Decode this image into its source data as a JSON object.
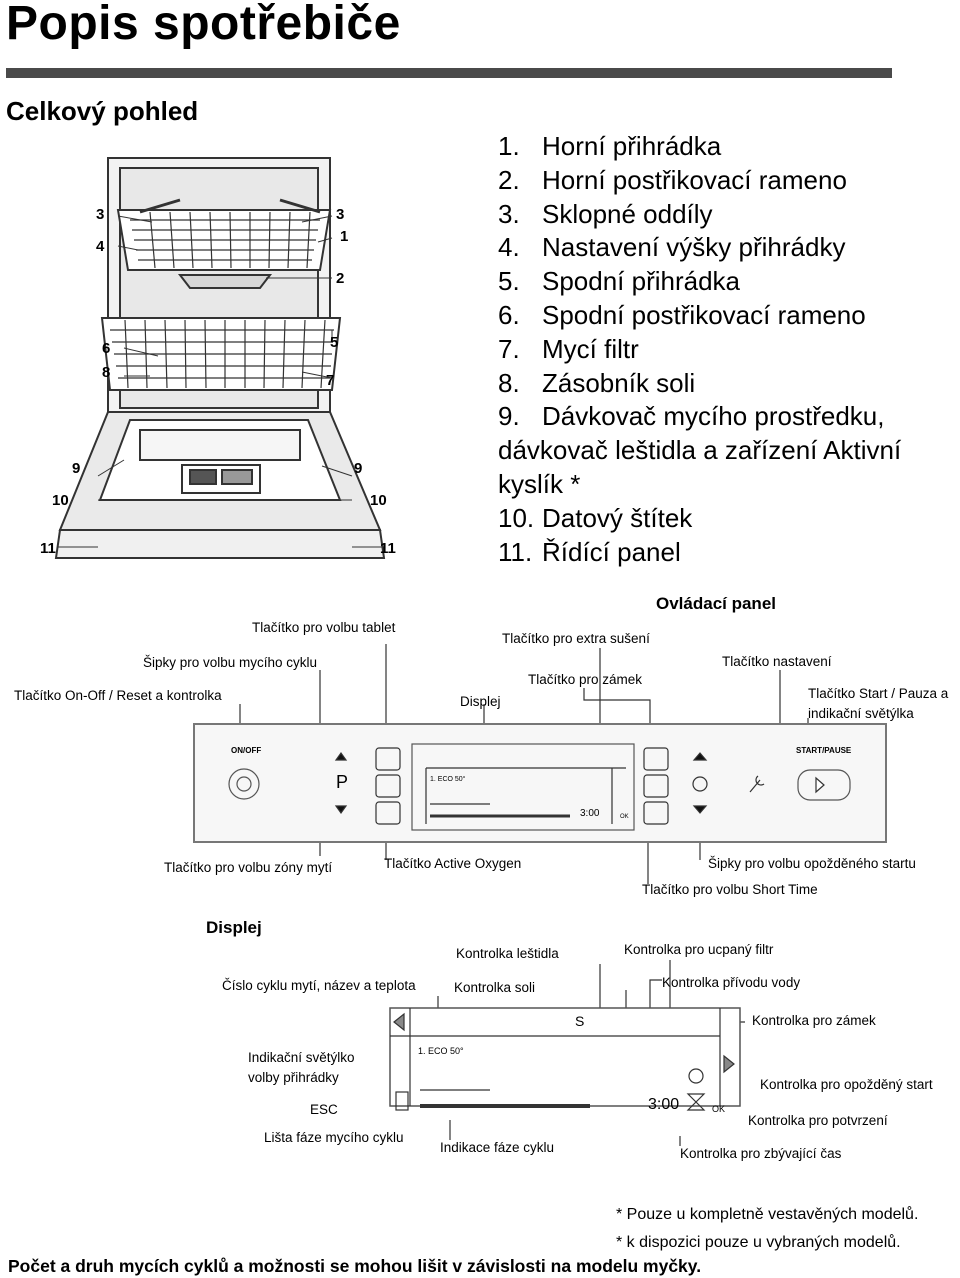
{
  "page": {
    "title": "Popis spotřebiče",
    "overview_heading": "Celkový pohled"
  },
  "parts": [
    {
      "num": "1.",
      "text": "Horní přihrádka"
    },
    {
      "num": "2.",
      "text": "Horní postřikovací rameno"
    },
    {
      "num": "3.",
      "text": "Sklopné oddíly"
    },
    {
      "num": "4.",
      "text": "Nastavení výšky přihrádky"
    },
    {
      "num": "5.",
      "text": "Spodní přihrádka"
    },
    {
      "num": "6.",
      "text": "Spodní postřikovací rameno"
    },
    {
      "num": "7.",
      "text": "Mycí filtr"
    },
    {
      "num": "8.",
      "text": "Zásobník soli"
    },
    {
      "num": "9.",
      "text": "Dávkovač mycího prostředku, dávkovač leštidla a zařízení Aktivní kyslík *"
    },
    {
      "num": "10.",
      "text": "Datový štítek"
    },
    {
      "num": "11.",
      "text": "Řídící panel"
    }
  ],
  "dishwasher_numbers": {
    "n3l": "3",
    "n4": "4",
    "n6": "6",
    "n8": "8",
    "n9l": "9",
    "n10l": "10",
    "n11l": "11",
    "n3r": "3",
    "n1": "1",
    "n2": "2",
    "n5": "5",
    "n7": "7",
    "n9r": "9",
    "n10r": "10",
    "n11r": "11"
  },
  "control_panel": {
    "heading": "Ovládací panel",
    "labels": {
      "tablet": "Tlačítko pro volbu tablet",
      "arrows_cycle": "Šipky pro volbu mycího cyklu",
      "onoff": "Tlačítko On-Off / Reset a kontrolka",
      "display": "Displej",
      "extra_dry": "Tlačítko pro extra sušení",
      "lock": "Tlačítko pro zámek",
      "settings": "Tlačítko nastavení",
      "start_pause": "Tlačítko Start / Pauza a indikační světýlka",
      "zone": "Tlačítko pro volbu zóny  mytí",
      "active_oxygen": "Tlačítko Active Oxygen",
      "delay_arrows": "Šipky pro volbu opožděného startu",
      "short_time": "Tlačítko pro volbu Short Time"
    },
    "panel_text": {
      "onoff": "ON/OFF",
      "start_pause": "START/PAUSE",
      "program": "1.  ECO  50°",
      "time": "3:00",
      "ok": "OK",
      "p_letter": "P"
    }
  },
  "display_section": {
    "heading": "Displej",
    "labels": {
      "rinse_aid": "Kontrolka leštidla",
      "salt": "Kontrolka soli",
      "cycle_number": "Číslo cyklu mytí, název a teplota",
      "filter": "Kontrolka pro ucpaný filtr",
      "water_supply": "Kontrolka přívodu vody",
      "lock": "Kontrolka pro zámek",
      "rack_indicator": "Indikační světýlko volby přihrádky",
      "esc": "ESC",
      "phase_bar": "Lišta fáze mycího cyklu",
      "phase_indicator": "Indikace fáze cyklu",
      "delay": "Kontrolka pro opožděný start",
      "confirm": "Kontrolka pro potvrzení",
      "remaining": "Kontrolka pro zbývající čas"
    },
    "screen_text": {
      "program": "1.  ECO  50°",
      "time": "3:00",
      "ok": "OK",
      "s_letter": "S"
    }
  },
  "footnotes": {
    "built_in": "* Pouze u kompletně vestavěných modelů.",
    "selected": "* k dispozici pouze u vybraných modelů.",
    "note": "Počet a druh mycích cyklů a možnosti se mohou lišit v závislosti na modelu myčky."
  }
}
